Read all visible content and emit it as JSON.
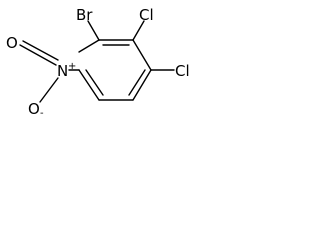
{
  "molecule": {
    "atoms": {
      "bromine": "Br",
      "chlorine_upper": "Cl",
      "chlorine_lower": "Cl",
      "nitro_nitrogen": "N",
      "nitro_nitrogen_charge": "+",
      "nitro_oxygen_upper": "O",
      "nitro_oxygen_lower": "O",
      "nitro_oxygen_lower_charge": "-"
    }
  }
}
